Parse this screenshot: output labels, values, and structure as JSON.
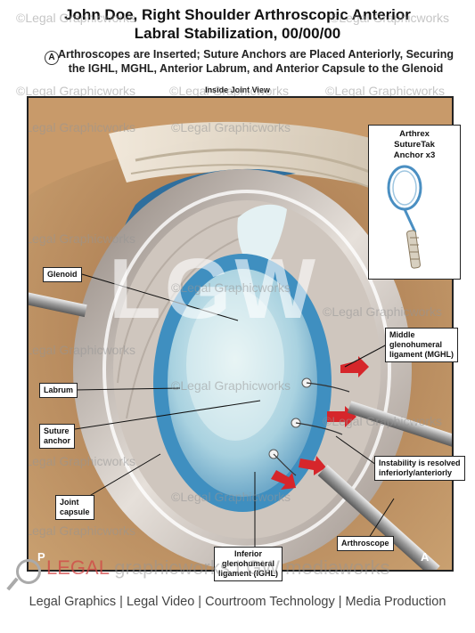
{
  "title": {
    "line1": "John Doe, Right Shoulder Arthroscopic Anterior",
    "line2": "Labral Stabilization, 00/00/00"
  },
  "subtitle": {
    "badge": "A",
    "line1": "Arthroscopes are Inserted; Suture Anchors are Placed Anteriorly, Securing",
    "line2": "the IGHL, MGHL, Anterior Labrum, and Anterior Capsule to the Glenoid"
  },
  "view_label": "Inside Joint View",
  "inset": {
    "line1": "Arthrex",
    "line2": "SutureTak",
    "line3": "Anchor x3"
  },
  "callouts": {
    "glenoid": "Glenoid",
    "labrum": "Labrum",
    "suture_anchor_1": "Suture",
    "suture_anchor_2": "anchor",
    "joint_capsule_1": "Joint",
    "joint_capsule_2": "capsule",
    "mghl_1": "Middle",
    "mghl_2": "glenohumeral",
    "mghl_3": "ligament (MGHL)",
    "instability_1": "Instability is resolved",
    "instability_2": "inferiorly/anteriorly",
    "arthroscope": "Arthroscope",
    "ighl_1": "Inferior",
    "ighl_2": "glenohumeral",
    "ighl_3": "ligament (IGHL)"
  },
  "corners": {
    "posterior": "P",
    "anterior": "A"
  },
  "watermark": {
    "text": "©Legal Graphicworks",
    "big": "LGW",
    "brand_legal": "LEGAL",
    "brand_rest": " graphicworks  LGW mediaworks"
  },
  "footer": "Legal Graphics | Legal Video | Courtroom Technology | Media Production",
  "colors": {
    "tissue_tan": "#c9a070",
    "glenoid_blue": "#7fb8d6",
    "labrum_blue": "#3f8fc0",
    "arrow_red": "#d6262b",
    "capsule_gray": "#d8d2cc"
  }
}
